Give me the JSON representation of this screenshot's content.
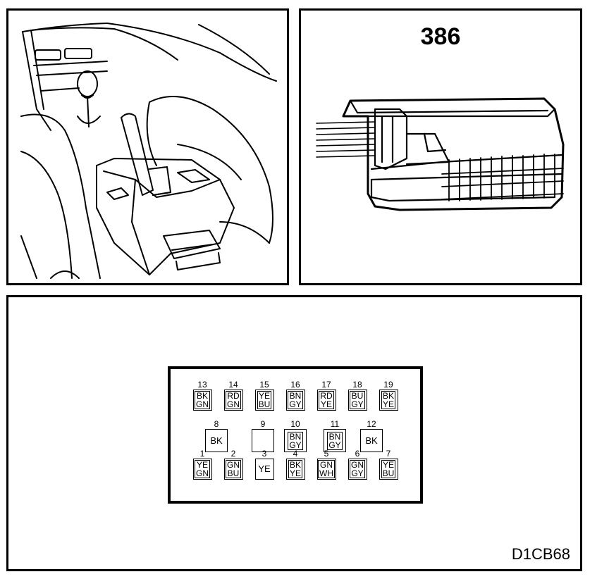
{
  "component": {
    "number": "386"
  },
  "reference_code": "D1CB68",
  "connector": {
    "pins": [
      {
        "num": "13",
        "wires": [
          "BK",
          "GN"
        ]
      },
      {
        "num": "14",
        "wires": [
          "RD",
          "GN"
        ]
      },
      {
        "num": "15",
        "wires": [
          "YE",
          "BU"
        ]
      },
      {
        "num": "16",
        "wires": [
          "BN",
          "GY"
        ]
      },
      {
        "num": "17",
        "wires": [
          "RD",
          "YE"
        ]
      },
      {
        "num": "18",
        "wires": [
          "BU",
          "GY"
        ]
      },
      {
        "num": "19",
        "wires": [
          "BK",
          "YE"
        ]
      },
      {
        "num": "8",
        "wires": [
          "BK"
        ]
      },
      {
        "num": "9",
        "wires": []
      },
      {
        "num": "10",
        "wires": [
          "BN",
          "GY"
        ]
      },
      {
        "num": "11",
        "wires": [
          "BN",
          "GY"
        ]
      },
      {
        "num": "12",
        "wires": [
          "BK"
        ]
      },
      {
        "num": "1",
        "wires": [
          "YE",
          "GN"
        ]
      },
      {
        "num": "2",
        "wires": [
          "GN",
          "BU"
        ]
      },
      {
        "num": "3",
        "wires": [
          "YE"
        ]
      },
      {
        "num": "4",
        "wires": [
          "BK",
          "YE"
        ]
      },
      {
        "num": "5",
        "wires": [
          "GN",
          "WH"
        ]
      },
      {
        "num": "6",
        "wires": [
          "GN",
          "GY"
        ]
      },
      {
        "num": "7",
        "wires": [
          "YE",
          "BU"
        ]
      }
    ]
  }
}
